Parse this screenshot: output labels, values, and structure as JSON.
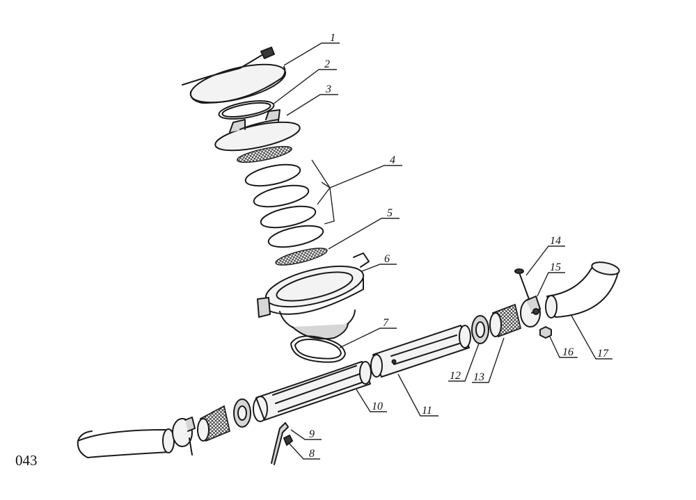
{
  "page_number": "043",
  "callouts": [
    "1",
    "2",
    "3",
    "4",
    "5",
    "6",
    "7",
    "8",
    "9",
    "10",
    "11",
    "12",
    "13",
    "14",
    "15",
    "16",
    "17"
  ]
}
